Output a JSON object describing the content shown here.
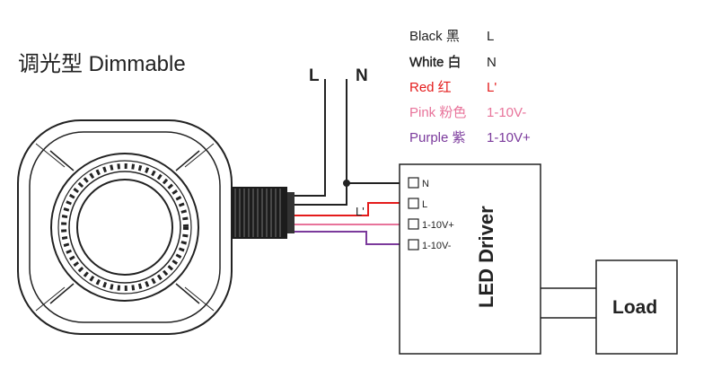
{
  "title": "调光型 Dimmable",
  "supply": {
    "l": "L",
    "n": "N"
  },
  "legend": [
    {
      "color_name": "Black 黑",
      "terminal": "L",
      "hex": "#222222"
    },
    {
      "color_name": "White 白",
      "terminal": "N",
      "hex": "#ffffff"
    },
    {
      "color_name": "Red 红",
      "terminal": "L'",
      "hex": "#e41b1b"
    },
    {
      "color_name": "Pink 粉色",
      "terminal": "1-10V-",
      "hex": "#e8739a"
    },
    {
      "color_name": "Purple 紫",
      "terminal": "1-10V+",
      "hex": "#7b3a9c"
    }
  ],
  "switch_label": "L'",
  "driver": {
    "label": "LED Driver",
    "terminals": [
      "N",
      "L",
      "1-10V+",
      "1-10V-"
    ]
  },
  "load": {
    "label": "Load"
  }
}
